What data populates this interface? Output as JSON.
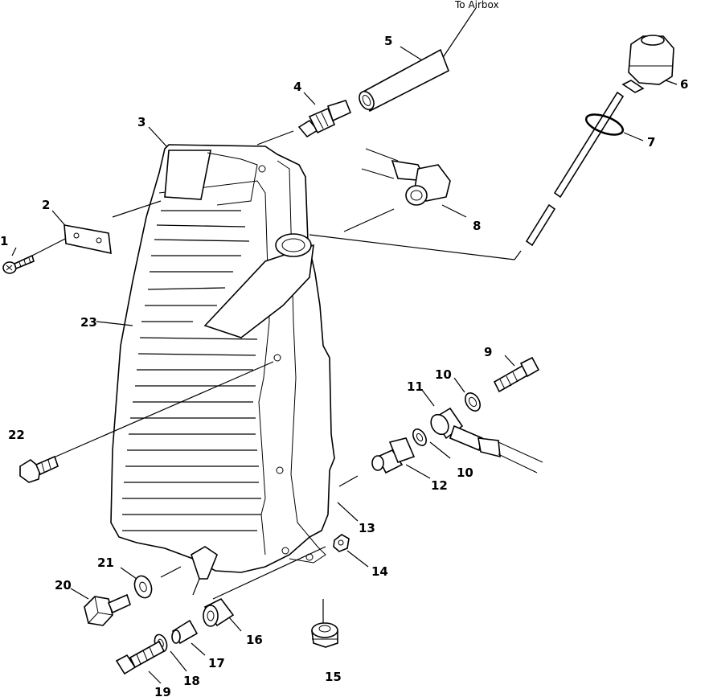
{
  "annotation": {
    "to_airbox": "To Airbox"
  },
  "callouts": {
    "c1": "1",
    "c2": "2",
    "c3": "3",
    "c4": "4",
    "c5": "5",
    "c6": "6",
    "c7": "7",
    "c8": "8",
    "c9": "9",
    "c10a": "10",
    "c10b": "10",
    "c11": "11",
    "c12": "12",
    "c13": "13",
    "c14": "14",
    "c15": "15",
    "c16": "16",
    "c17": "17",
    "c18": "18",
    "c19": "19",
    "c20": "20",
    "c21": "21",
    "c22": "22",
    "c23": "23"
  }
}
